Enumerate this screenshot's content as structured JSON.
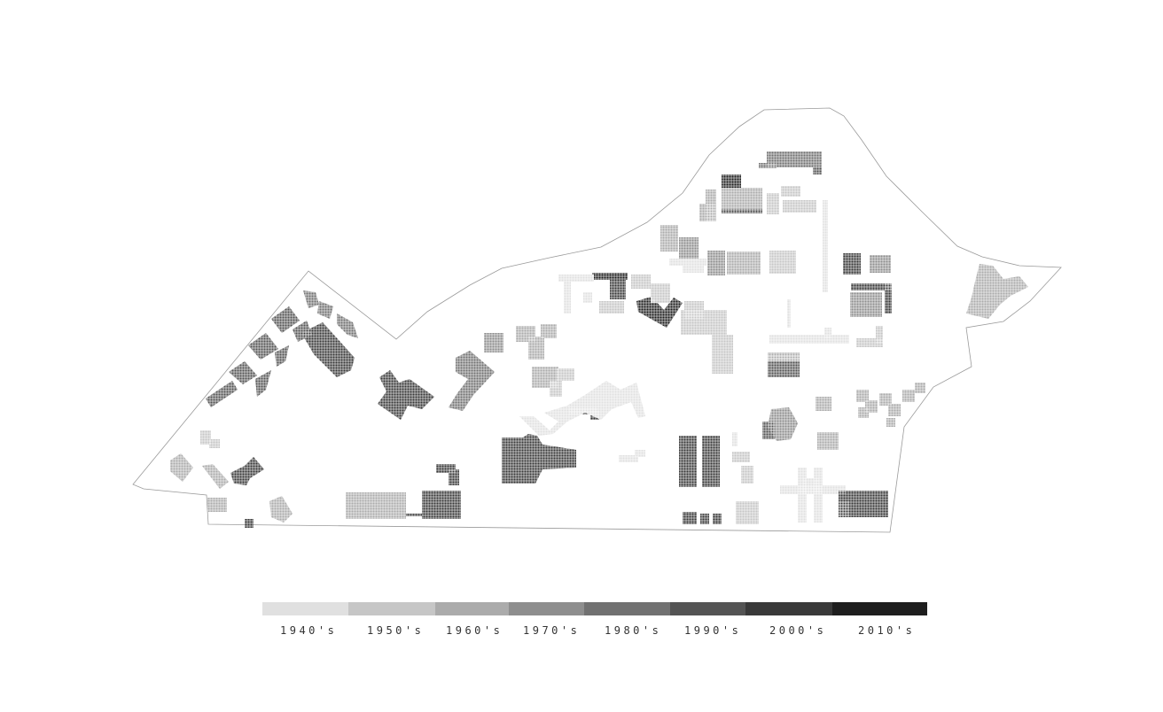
{
  "legend": {
    "items": [
      {
        "label": "1940's",
        "color": "#e0e0e0"
      },
      {
        "label": "1950's",
        "color": "#c6c6c6"
      },
      {
        "label": "1960's",
        "color": "#ababab"
      },
      {
        "label": "1970's",
        "color": "#8e8e8e"
      },
      {
        "label": "1980's",
        "color": "#717171"
      },
      {
        "label": "1990's",
        "color": "#545454"
      },
      {
        "label": "2000's",
        "color": "#393939"
      },
      {
        "label": "2010's",
        "color": "#1e1e1e"
      }
    ]
  },
  "colors": {
    "boundary": "#9a9a9a",
    "grid": "#ffffff"
  }
}
